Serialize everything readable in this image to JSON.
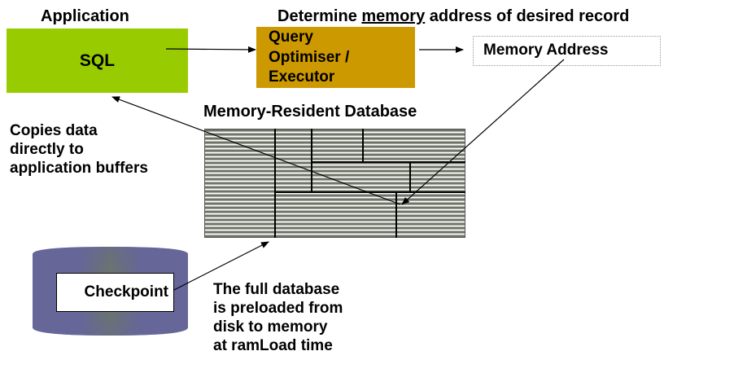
{
  "labels": {
    "application": "Application",
    "determine_prefix": "Determine ",
    "determine_underlined": "memory",
    "determine_suffix": " address of desired record",
    "memory_resident_db": "Memory-Resident Database",
    "copies_line1": "Copies data",
    "copies_line2": "directly to",
    "copies_line3": "application buffers",
    "preload_line1": "The full database",
    "preload_line2": "is preloaded from",
    "preload_line3": "disk to memory",
    "preload_line4": "at ramLoad time"
  },
  "boxes": {
    "sql": "SQL",
    "query_line1": "Query",
    "query_line2": "Optimiser /",
    "query_line3": "Executor",
    "memory_address": "Memory Address",
    "checkpoint": "Checkpoint"
  },
  "colors": {
    "sql_box": "#99cc00",
    "query_box": "#cc9900",
    "disk_cylinder": "#666699",
    "disk_center": "#6b7a5e",
    "grid_stripe_dark": "#6e7468",
    "grid_stripe_light": "#ffffff"
  }
}
